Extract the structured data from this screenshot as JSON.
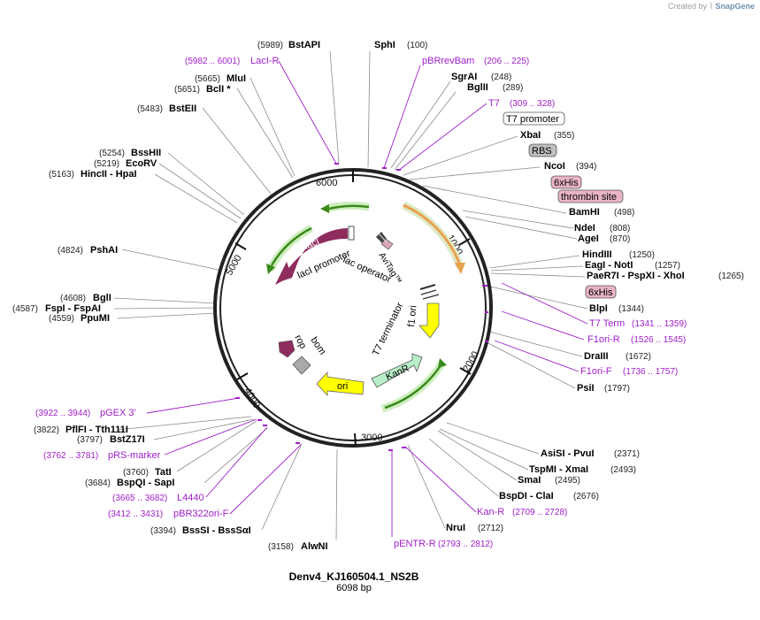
{
  "credit": {
    "prefix": "Created by",
    "brand": "SnapGene"
  },
  "plasmid": {
    "name": "Denv4_KJ160504.1_NS2B",
    "length_label": "6098 bp"
  },
  "ticks": [
    "1000",
    "2000",
    "3000",
    "4000",
    "5000",
    "6000"
  ],
  "sites": [
    {
      "num": "(5989)",
      "name": "BstAPI"
    },
    {
      "num": "(100)",
      "name": "SphI"
    },
    {
      "num": "(248)",
      "name": "SgrAI"
    },
    {
      "num": "(289)",
      "name": "BglII"
    },
    {
      "num": "(355)",
      "name": "XbaI"
    },
    {
      "num": "(394)",
      "name": "NcoI"
    },
    {
      "num": "(498)",
      "name": "BamHI"
    },
    {
      "num": "(808)",
      "name": "NdeI"
    },
    {
      "num": "(870)",
      "name": "AgeI"
    },
    {
      "num": "(1250)",
      "name": "HindIII"
    },
    {
      "num": "(1257)",
      "name": "EagI - NotI"
    },
    {
      "num": "(1265)",
      "name": "PaeR7I - PspXI - XhoI"
    },
    {
      "num": "(1344)",
      "name": "BlpI"
    },
    {
      "num": "(1672)",
      "name": "DraIII"
    },
    {
      "num": "(1797)",
      "name": "PsiI"
    },
    {
      "num": "(2371)",
      "name": "AsiSI - PvuI"
    },
    {
      "num": "(2493)",
      "name": "TspMI - XmaI"
    },
    {
      "num": "(2495)",
      "name": "SmaI"
    },
    {
      "num": "(2676)",
      "name": "BspDI - ClaI"
    },
    {
      "num": "(2712)",
      "name": "NruI"
    },
    {
      "num": "(3158)",
      "name": "AlwNI"
    },
    {
      "num": "(3394)",
      "name": "BssSI - BssSαI"
    },
    {
      "num": "(3684)",
      "name": "BspQI - SapI"
    },
    {
      "num": "(3760)",
      "name": "TatI"
    },
    {
      "num": "(3797)",
      "name": "BstZ17I"
    },
    {
      "num": "(3822)",
      "name": "PflFI - Tth111I"
    },
    {
      "num": "(4559)",
      "name": "PpuMI"
    },
    {
      "num": "(4587)",
      "name": "FspI - FspAI"
    },
    {
      "num": "(4608)",
      "name": "BglI"
    },
    {
      "num": "(4824)",
      "name": "PshAI"
    },
    {
      "num": "(5163)",
      "name": "HincII - HpaI"
    },
    {
      "num": "(5219)",
      "name": "EcoRV"
    },
    {
      "num": "(5254)",
      "name": "BssHII"
    },
    {
      "num": "(5483)",
      "name": "BstEII"
    },
    {
      "num": "(5651)",
      "name": "BclI *"
    },
    {
      "num": "(5665)",
      "name": "MluI"
    }
  ],
  "primers": [
    {
      "range": "(5982 .. 6001)",
      "name": "LacI-R"
    },
    {
      "range": "(206 .. 225)",
      "name": "pBRrevBam"
    },
    {
      "range": "(309 .. 328)",
      "name": "T7"
    },
    {
      "range": "(1341 .. 1359)",
      "name": "T7 Term"
    },
    {
      "range": "(1526 .. 1545)",
      "name": "F1ori-R"
    },
    {
      "range": "(1736 .. 1757)",
      "name": "F1ori-F"
    },
    {
      "range": "(2709 .. 2728)",
      "name": "Kan-R"
    },
    {
      "range": "(2793 .. 2812)",
      "name": "pENTR-R"
    },
    {
      "range": "(3412 .. 3431)",
      "name": "pBR322ori-F"
    },
    {
      "range": "(3665 .. 3682)",
      "name": "L4440"
    },
    {
      "range": "(3762 .. 3781)",
      "name": "pRS-marker"
    },
    {
      "range": "(3922 .. 3944)",
      "name": "pGEX 3'"
    }
  ],
  "boxed_features": [
    "T7 promoter",
    "RBS",
    "6xHis",
    "thrombin site",
    "6xHis"
  ],
  "map_features": [
    "lacI",
    "lacI promoter",
    "lac operator",
    "AviTag™",
    "f1 ori",
    "T7 terminator",
    "KanR",
    "ori",
    "rop",
    "bom"
  ],
  "colors": {
    "primer": "#a020c8",
    "lacI": "#8e2c5e",
    "orf_orange": "#e8a24c",
    "kanR": "#b8efc8",
    "ori": "#ffff00",
    "rop": "#8e2c5e",
    "bom": "#a9a9a9",
    "his_box": "#e8b4c4",
    "rbs_box": "#bfbfbf",
    "arrow_green": "#6bbf3a"
  }
}
